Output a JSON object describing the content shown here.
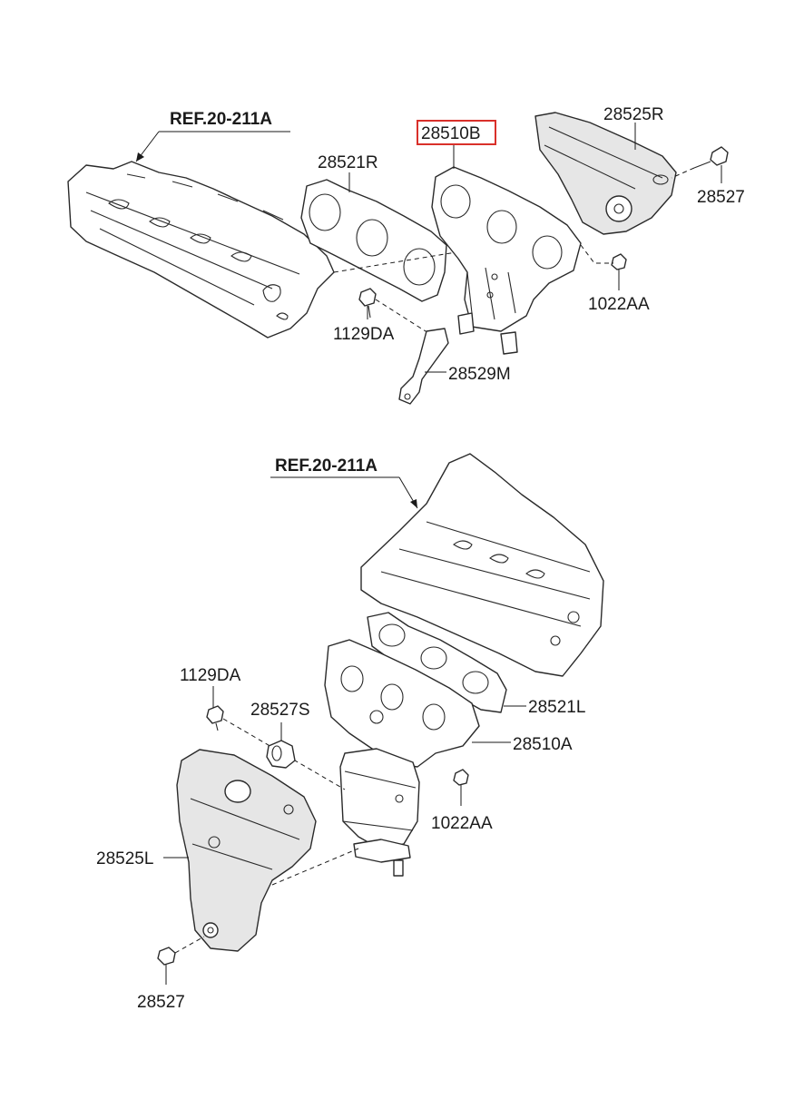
{
  "upper_assembly": {
    "ref_label": "REF.20-211A",
    "labels": {
      "manifold_b": "28510B",
      "heat_shield_r": "28525R",
      "gasket_r": "28521R",
      "bolt_upper": "28527",
      "nut_upper": "1022AA",
      "stud_bolt_upper": "1129DA",
      "bracket": "28529M"
    }
  },
  "lower_assembly": {
    "ref_label": "REF.20-211A",
    "labels": {
      "stud_bolt_lower": "1129DA",
      "spacer": "28527S",
      "gasket_l": "28521L",
      "manifold_a": "28510A",
      "nut_lower": "1022AA",
      "heat_shield_l": "28525L",
      "bolt_lower": "28527"
    }
  },
  "highlight_color": "#d9302a"
}
